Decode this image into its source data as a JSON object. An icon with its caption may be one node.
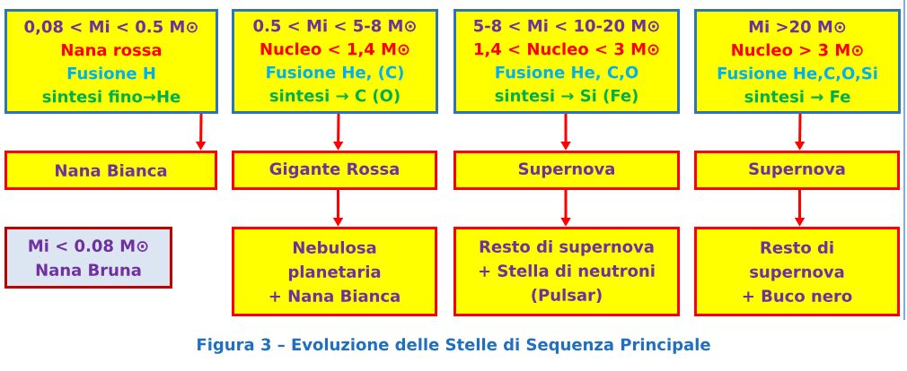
{
  "diagram": {
    "caption": "Figura 3 – Evoluzione delle Stelle di Sequenza Principale",
    "nodes": [
      {
        "text": [
          "0,08 < Mi < 0.5 M⊙",
          "Nana rossa",
          "Fusione H",
          "sintesi fino→He"
        ]
      },
      {
        "text": [
          "0.5 < Mi < 5-8 M⊙",
          "Nucleo < 1,4 M⊙",
          "Fusione He, (C)",
          "sintesi → C (O)"
        ]
      },
      {
        "text": [
          "5-8 < Mi < 10-20 M⊙",
          "1,4 < Nucleo < 3 M⊙",
          "Fusione He, C,O",
          "sintesi → Si (Fe)"
        ]
      },
      {
        "text": [
          "Mi >20 M⊙",
          "Nucleo > 3 M⊙",
          "Fusione He,C,O,Si",
          "sintesi → Fe"
        ]
      },
      {
        "text": [
          "Nana Bianca"
        ]
      },
      {
        "text": [
          "Gigante Rossa"
        ]
      },
      {
        "text": [
          "Supernova"
        ]
      },
      {
        "text": [
          "Supernova"
        ]
      },
      {
        "text": [
          "Mi < 0.08 M⊙",
          "Nana Bruna"
        ]
      },
      {
        "text": [
          "Nebulosa planetaria",
          "+ Nana Bianca"
        ]
      },
      {
        "text": [
          "Resto di supernova",
          "+ Stella di neutroni (Pulsar)"
        ]
      },
      {
        "text": [
          "Resto di supernova",
          "+ Buco nero"
        ]
      }
    ],
    "edges": [
      {
        "from": 0,
        "to": 4,
        "arrow": "to"
      },
      {
        "from": 1,
        "to": 5,
        "arrow": "to"
      },
      {
        "from": 2,
        "to": 6,
        "arrow": "to"
      },
      {
        "from": 3,
        "to": 7,
        "arrow": "to"
      },
      {
        "from": 5,
        "to": 9,
        "arrow": "to"
      },
      {
        "from": 6,
        "to": 10,
        "arrow": "to"
      },
      {
        "from": 7,
        "to": 11,
        "arrow": "to"
      }
    ]
  }
}
